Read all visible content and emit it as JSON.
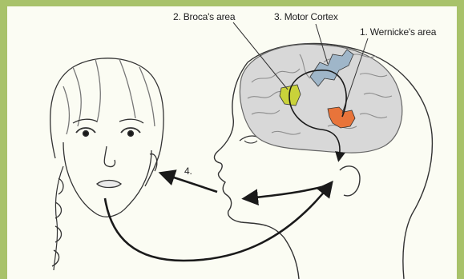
{
  "diagram": {
    "labels": {
      "broca": "2. Broca's area",
      "motor": "3. Motor Cortex",
      "wernicke": "1. Wernicke's area",
      "step4": "4."
    },
    "colors": {
      "frame": "#a8c26a",
      "background": "#fbfcf3",
      "broca_area": "#c9d23a",
      "motor_cortex": "#9fb6c9",
      "wernicke_area": "#e8743a",
      "ink": "#1a1a1a",
      "brain": "#8c8c8c"
    },
    "figures": [
      "listener-head",
      "speaker-head",
      "brain"
    ],
    "pathway": [
      "speaker-mouth-to-listener-ear",
      "ear-to-wernicke",
      "wernicke-to-broca",
      "broca-to-motor-cortex",
      "motor-cortex-to-mouth",
      "mouth-speech-output"
    ]
  }
}
